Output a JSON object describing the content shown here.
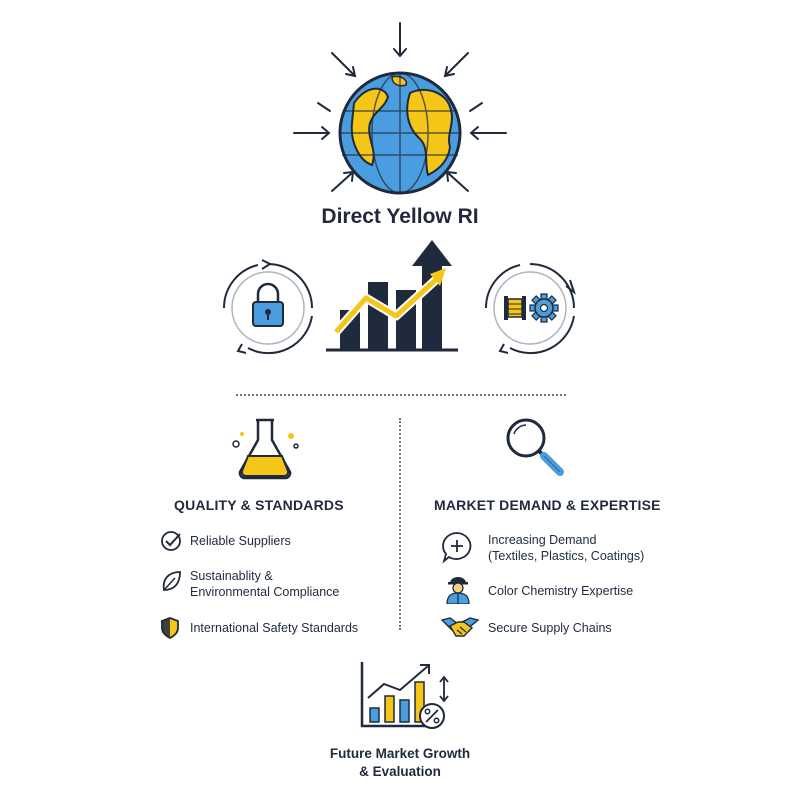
{
  "header": {
    "title": "Direct Yellow RI"
  },
  "quality": {
    "heading": "QUALITY & STANDARDS",
    "items": [
      {
        "icon": "checkmark-circle-icon",
        "label": "Reliable Suppliers"
      },
      {
        "icon": "leaf-icon",
        "line1": "Sustainablity &",
        "line2": "Environmental Compliance"
      },
      {
        "icon": "shield-icon",
        "label": "International Safety Standards"
      }
    ]
  },
  "market": {
    "heading": "MARKET DEMAND & EXPERTISE",
    "items": [
      {
        "icon": "plus-speech-bubble-icon",
        "line1": "Increasing Demand",
        "line2": "(Textiles, Plastics, Coatings)"
      },
      {
        "icon": "chemist-person-icon",
        "label": "Color Chemistry Expertise"
      },
      {
        "icon": "handshake-icon",
        "label": "Secure Supply Chains"
      }
    ]
  },
  "footer": {
    "line1": "Future Market Growth",
    "line2": "& Evaluation"
  },
  "colors": {
    "navy": "#1f2a3c",
    "yellow": "#f5c518",
    "blue": "#4a9ee0",
    "light_blue": "#7cc0f0"
  }
}
